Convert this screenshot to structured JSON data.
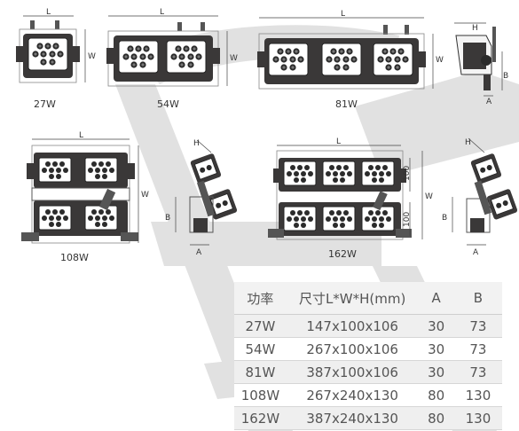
{
  "models": {
    "m27": "27W",
    "m54": "54W",
    "m81": "81W",
    "m108": "108W",
    "m162": "162W"
  },
  "dim_letters": {
    "l": "L",
    "w": "W",
    "h": "H",
    "a": "A",
    "b": "B"
  },
  "dim_values": {
    "d100": "100"
  },
  "table": {
    "headers": [
      "功率",
      "尺寸L*W*H(mm)",
      "A",
      "B"
    ],
    "rows": [
      [
        "27W",
        "147x100x106",
        "30",
        "73"
      ],
      [
        "54W",
        "267x100x106",
        "30",
        "73"
      ],
      [
        "81W",
        "387x100x106",
        "30",
        "73"
      ],
      [
        "108W",
        "267x240x130",
        "80",
        "130"
      ],
      [
        "162W",
        "387x240x130",
        "80",
        "130"
      ]
    ]
  },
  "colors": {
    "housing": "#3a3838",
    "module": "#ffffff",
    "lens": "#2b2b2b",
    "watermark": "#c9c9c9",
    "table_text": "#555555",
    "table_header_bg": "#f2f2f2",
    "table_row_bg": "#efefef"
  }
}
